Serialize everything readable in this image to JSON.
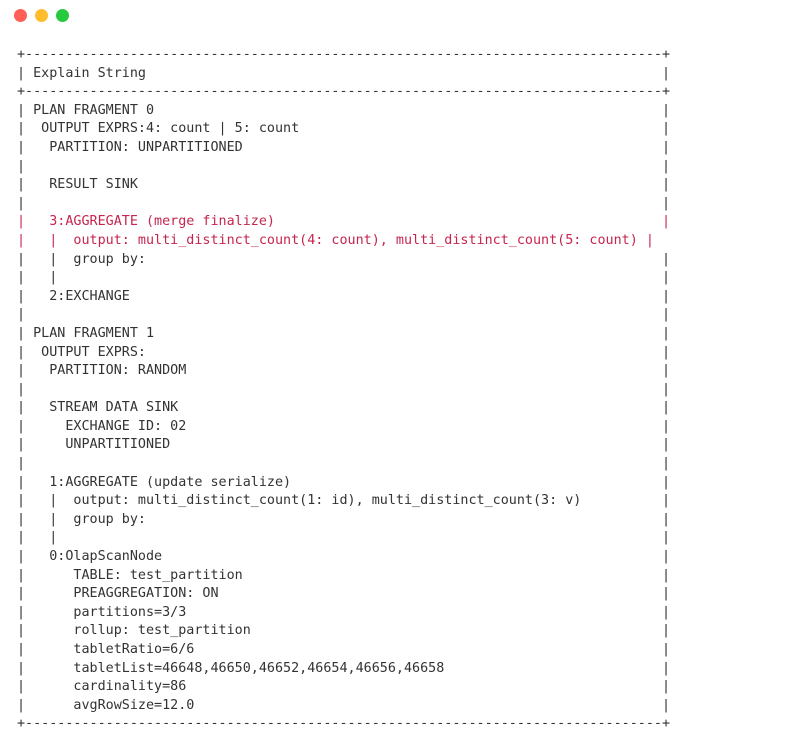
{
  "window": {
    "controls": [
      {
        "name": "close",
        "color": "#ff5f56"
      },
      {
        "name": "minimize",
        "color": "#ffbd2e"
      },
      {
        "name": "maximize",
        "color": "#27c93f"
      }
    ]
  },
  "terminal": {
    "highlight_color": "#c7254e",
    "lines": [
      {
        "text": "+-------------------------------------------------------------------------------+",
        "highlight": false
      },
      {
        "text": "| Explain String                                                                |",
        "highlight": false
      },
      {
        "text": "+-------------------------------------------------------------------------------+",
        "highlight": false
      },
      {
        "text": "| PLAN FRAGMENT 0                                                               |",
        "highlight": false
      },
      {
        "text": "|  OUTPUT EXPRS:4: count | 5: count                                             |",
        "highlight": false
      },
      {
        "text": "|   PARTITION: UNPARTITIONED                                                    |",
        "highlight": false
      },
      {
        "text": "|                                                                               |",
        "highlight": false
      },
      {
        "text": "|   RESULT SINK                                                                 |",
        "highlight": false
      },
      {
        "text": "|                                                                               |",
        "highlight": false
      },
      {
        "text": "|   3:AGGREGATE (merge finalize)                                                |",
        "highlight": true
      },
      {
        "text": "|   |  output: multi_distinct_count(4: count), multi_distinct_count(5: count) |",
        "highlight": true
      },
      {
        "text": "|   |  group by:                                                                |",
        "highlight": false
      },
      {
        "text": "|   |                                                                           |",
        "highlight": false
      },
      {
        "text": "|   2:EXCHANGE                                                                  |",
        "highlight": false
      },
      {
        "text": "|                                                                               |",
        "highlight": false
      },
      {
        "text": "| PLAN FRAGMENT 1                                                               |",
        "highlight": false
      },
      {
        "text": "|  OUTPUT EXPRS:                                                                |",
        "highlight": false
      },
      {
        "text": "|   PARTITION: RANDOM                                                           |",
        "highlight": false
      },
      {
        "text": "|                                                                               |",
        "highlight": false
      },
      {
        "text": "|   STREAM DATA SINK                                                            |",
        "highlight": false
      },
      {
        "text": "|     EXCHANGE ID: 02                                                           |",
        "highlight": false
      },
      {
        "text": "|     UNPARTITIONED                                                             |",
        "highlight": false
      },
      {
        "text": "|                                                                               |",
        "highlight": false
      },
      {
        "text": "|   1:AGGREGATE (update serialize)                                              |",
        "highlight": false
      },
      {
        "text": "|   |  output: multi_distinct_count(1: id), multi_distinct_count(3: v)          |",
        "highlight": false
      },
      {
        "text": "|   |  group by:                                                                |",
        "highlight": false
      },
      {
        "text": "|   |                                                                           |",
        "highlight": false
      },
      {
        "text": "|   0:OlapScanNode                                                              |",
        "highlight": false
      },
      {
        "text": "|      TABLE: test_partition                                                    |",
        "highlight": false
      },
      {
        "text": "|      PREAGGREGATION: ON                                                       |",
        "highlight": false
      },
      {
        "text": "|      partitions=3/3                                                           |",
        "highlight": false
      },
      {
        "text": "|      rollup: test_partition                                                   |",
        "highlight": false
      },
      {
        "text": "|      tabletRatio=6/6                                                          |",
        "highlight": false
      },
      {
        "text": "|      tabletList=46648,46650,46652,46654,46656,46658                           |",
        "highlight": false
      },
      {
        "text": "|      cardinality=86                                                           |",
        "highlight": false
      },
      {
        "text": "|      avgRowSize=12.0                                                          |",
        "highlight": false
      },
      {
        "text": "+-------------------------------------------------------------------------------+",
        "highlight": false
      }
    ]
  }
}
